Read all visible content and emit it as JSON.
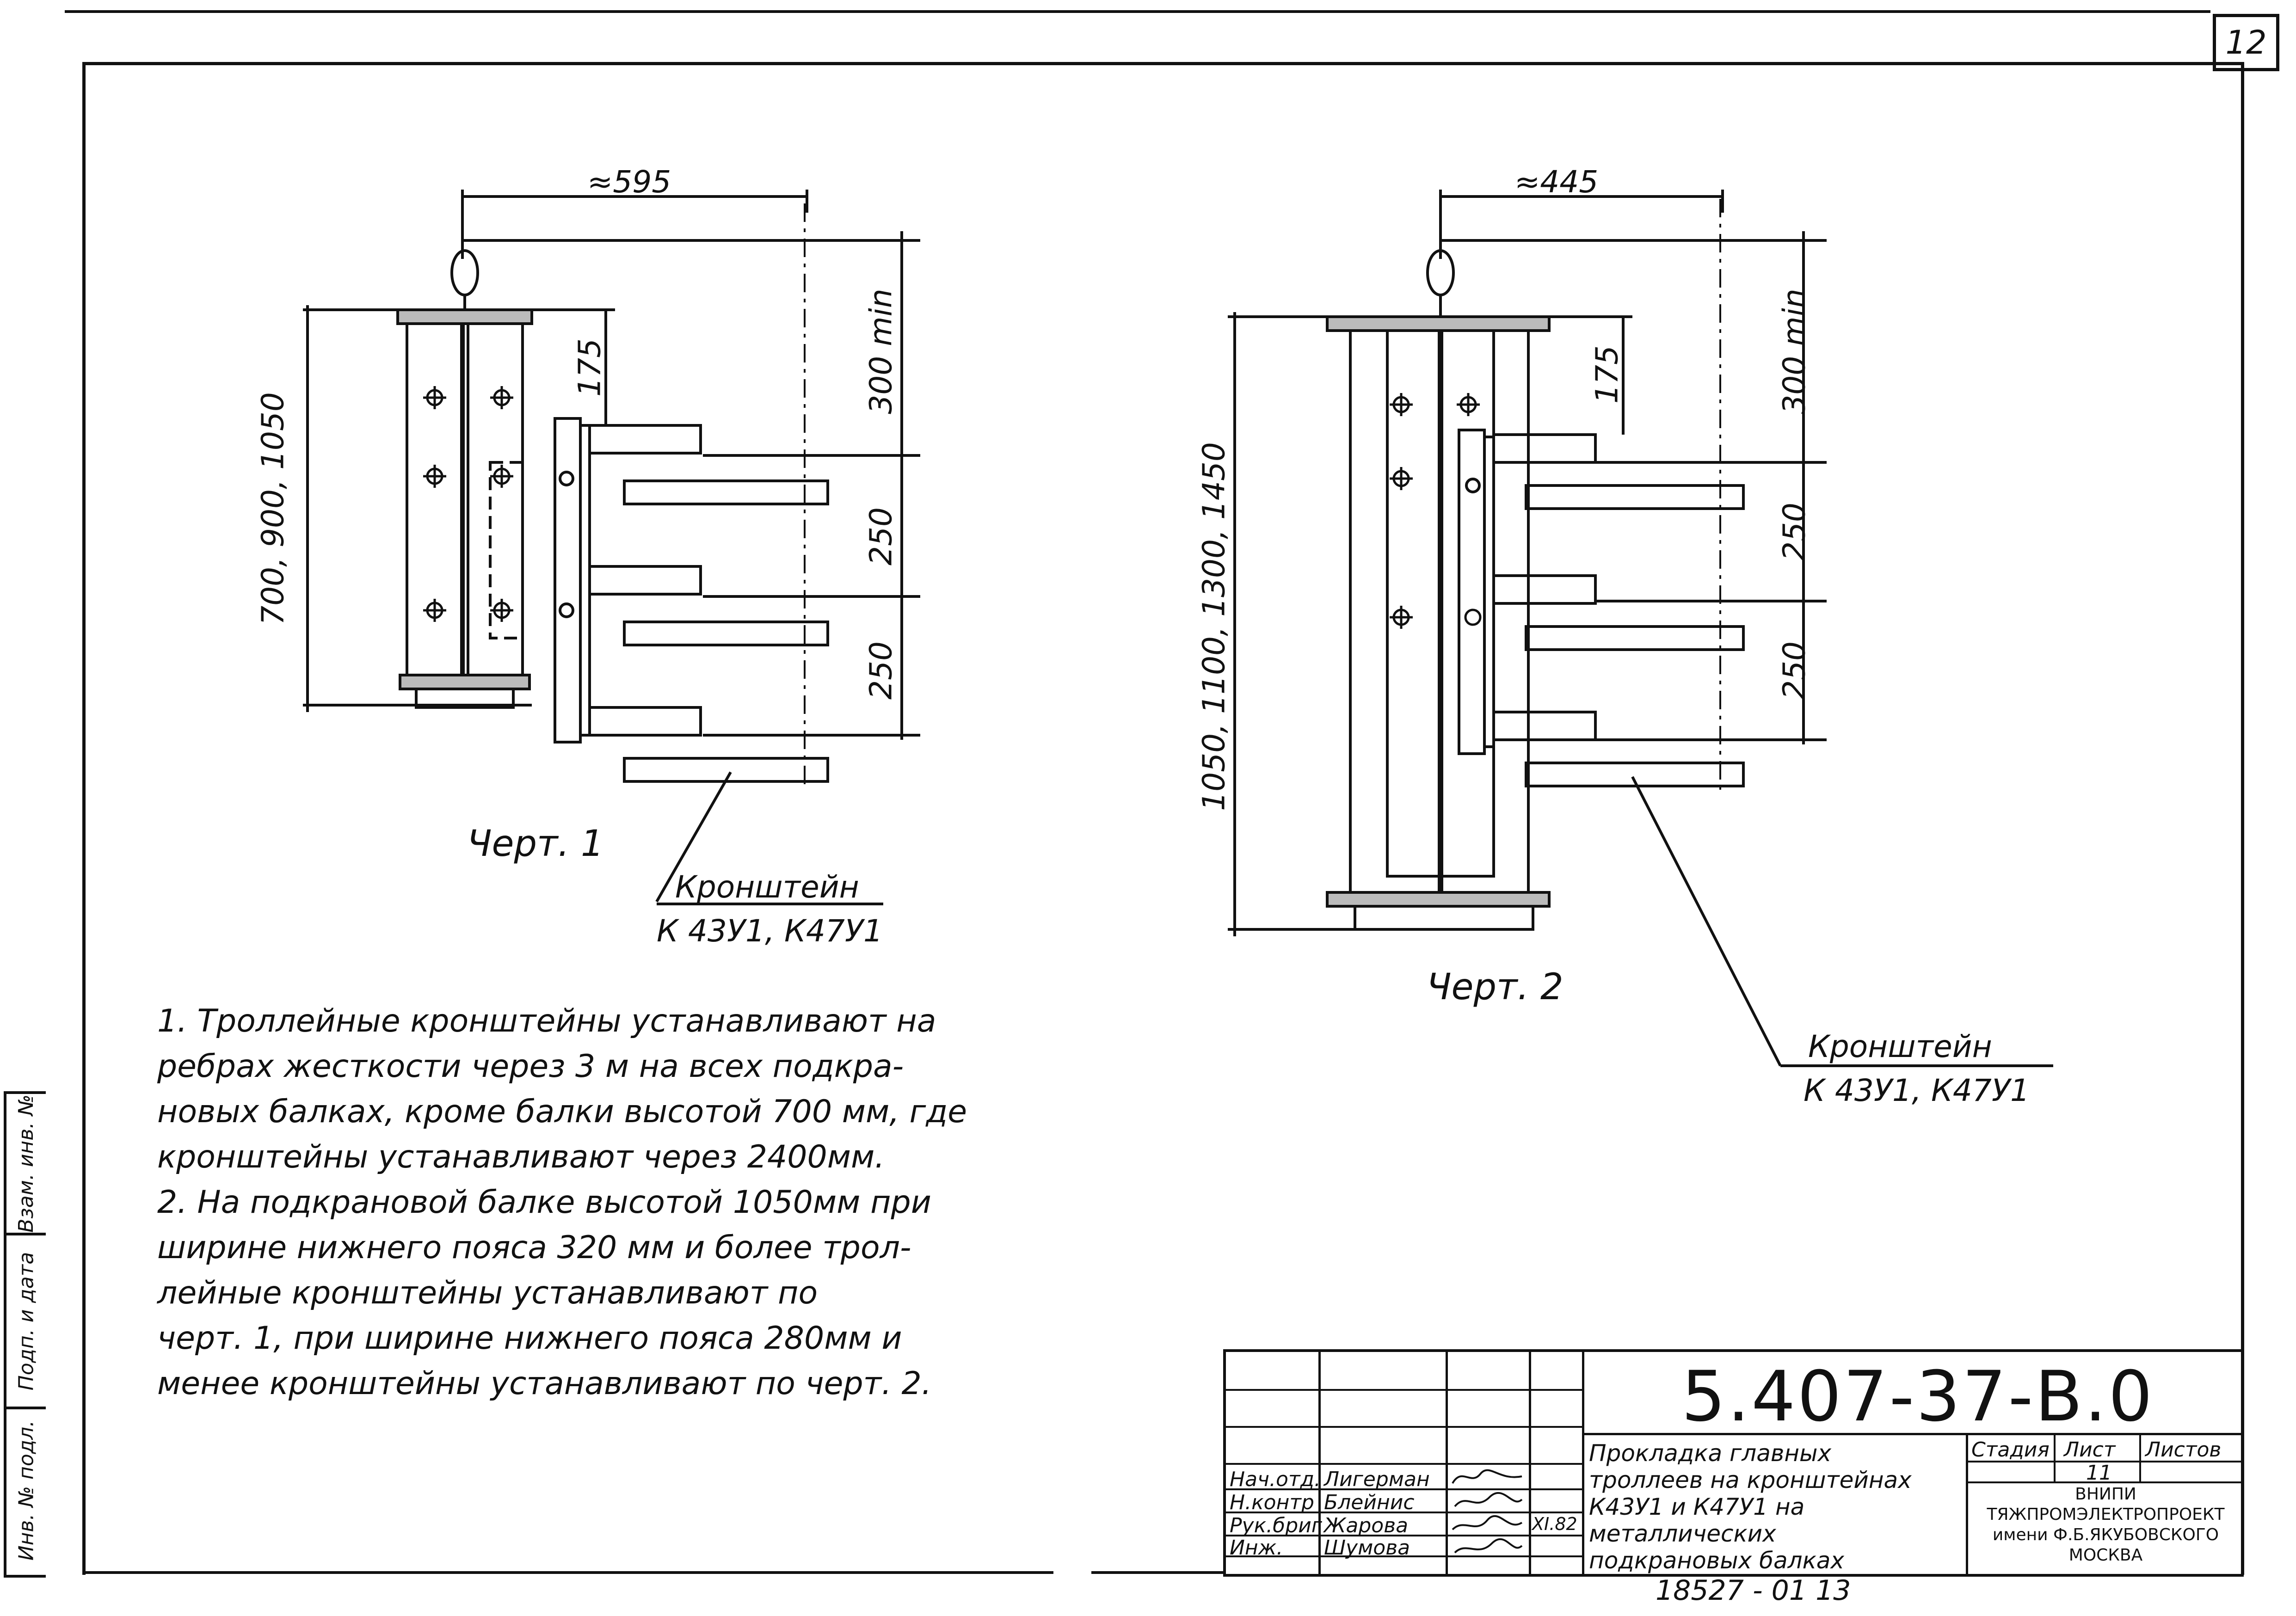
{
  "sheet_number": "12",
  "drawing1": {
    "title": "Черт. 1",
    "dim_width": "≈595",
    "dim_height": "700, 900, 1050",
    "dim_top": "300 min",
    "dim_175": "175",
    "dim_250a": "250",
    "dim_250b": "250",
    "bracket_label": "Кронштейн",
    "bracket_codes": "К 43У1, К47У1"
  },
  "drawing2": {
    "title": "Черт. 2",
    "dim_width": "≈445",
    "dim_height": "1050, 1100, 1300, 1450",
    "dim_top": "300 min",
    "dim_175": "175",
    "dim_250a": "250",
    "dim_250b": "250",
    "bracket_label": "Кронштейн",
    "bracket_codes": "К 43У1, К47У1"
  },
  "notes": [
    "1. Троллейные кронштейны устанавливают на\nребрах жесткости через 3 м на всех подкра-\nновых балках, кроме балки высотой 700 мм, где\nкронштейны устанавливают через 2400мм.",
    "2. На подкрановой балке высотой 1050мм при\nширине нижнего пояса 320 мм и более трол-\nлейные кронштейны устанавливают по\nчерт. 1, при ширине нижнего пояса 280мм и\nменее кронштейны устанавливают по черт. 2."
  ],
  "side_column": [
    "Взам. инв. №",
    "Подп. и дата",
    "Инв. № подл."
  ],
  "title_block": {
    "code": "5.407-37-В.0",
    "description": "Прокладка главных\nтроллеев на кронштейнах\nК43У1 и К47У1 на\nметаллических\nподкрановых балках",
    "headers": {
      "stage": "Стадия",
      "sheet": "Лист",
      "sheets": "Листов"
    },
    "sheet_value": "11",
    "org": "ВНИПИ\nТЯЖПРОМЭЛЕКТРОПРОЕКТ\nимени Ф.Б.ЯКУБОВСКОГО\nМОСКВА",
    "rows": [
      {
        "role": "Нач.отд.",
        "name": "Лигерман"
      },
      {
        "role": "Н.контр",
        "name": "Блейнис"
      },
      {
        "role": "Рук.бриг",
        "name": "Жарова",
        "date": "XI.82"
      },
      {
        "role": "Инж.",
        "name": "Шумова"
      }
    ],
    "archive_number": "18527 - 01  13"
  }
}
